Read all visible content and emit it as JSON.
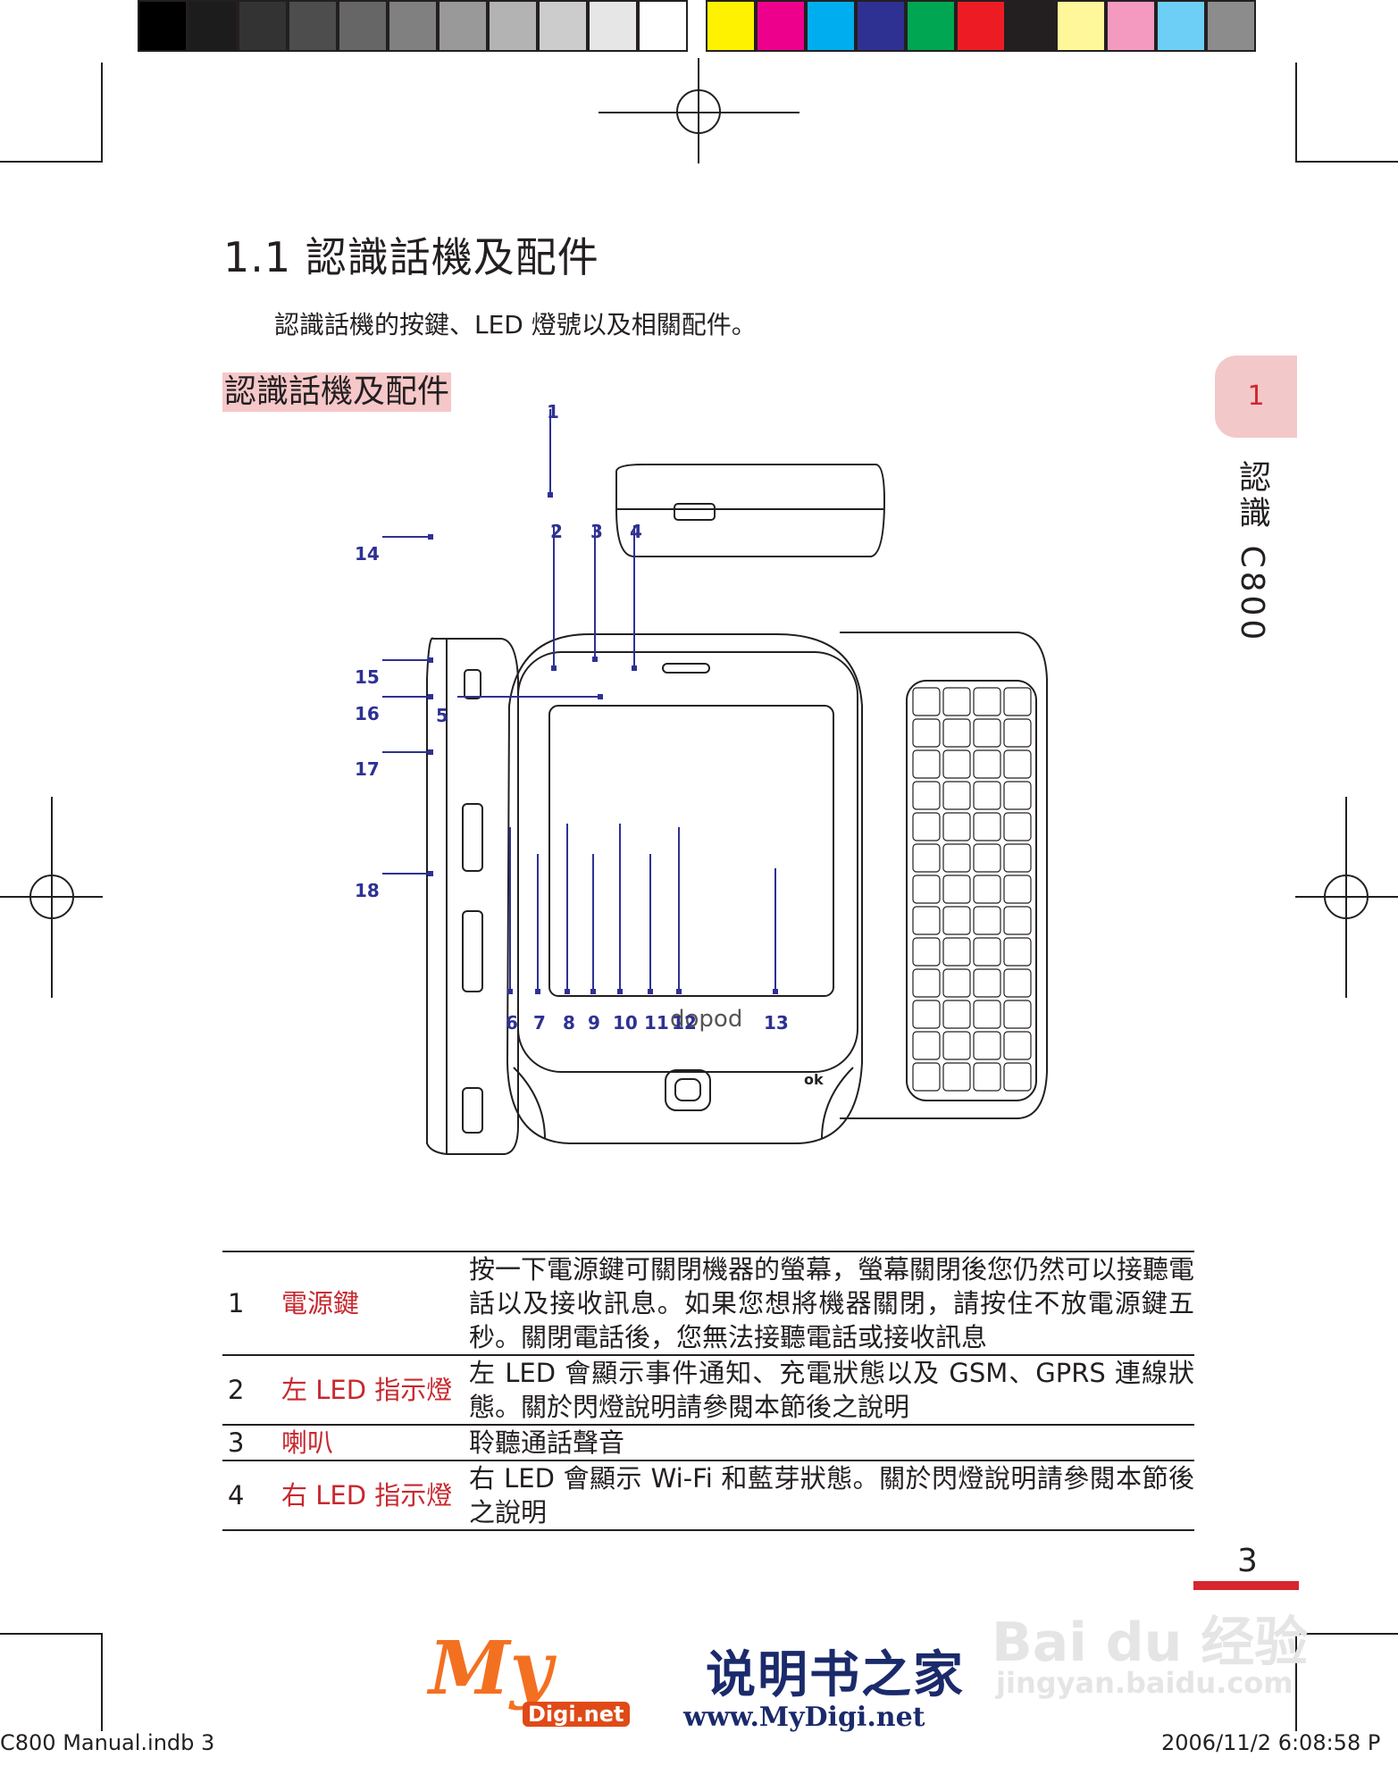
{
  "heading": "1.1 認識話機及配件",
  "intro": "認識話機的按鍵、LED 燈號以及相關配件。",
  "subheading": "認識話機及配件",
  "chapter_tab": {
    "number": "1",
    "vertical_label": "認識 C800"
  },
  "color_bar": {
    "grays": [
      "#000000",
      "#1c1c1c",
      "#333333",
      "#4d4d4d",
      "#666666",
      "#808080",
      "#999999",
      "#b3b3b3",
      "#cccccc",
      "#e6e6e6",
      "#ffffff"
    ],
    "colors": [
      "#fff200",
      "#ec008c",
      "#00aeef",
      "#2e3192",
      "#00a651",
      "#ed1c24",
      "#231f20",
      "#fff799",
      "#f49ac1",
      "#6dcff6",
      "#8c8c8c"
    ]
  },
  "diagram": {
    "callouts": [
      "1",
      "2",
      "3",
      "4",
      "5",
      "6",
      "7",
      "8",
      "9",
      "10",
      "11",
      "12",
      "13",
      "14",
      "15",
      "16",
      "17",
      "18"
    ],
    "brand": "dopod",
    "ok_key": "ok"
  },
  "table": [
    {
      "num": "1",
      "name": "電源鍵",
      "desc": "按一下電源鍵可關閉機器的螢幕，螢幕關閉後您仍然可以接聽電話以及接收訊息。如果您想將機器關閉，請按住不放電源鍵五秒。關閉電話後，您無法接聽電話或接收訊息"
    },
    {
      "num": "2",
      "name": "左 LED 指示燈",
      "desc": "左 LED 會顯示事件通知、充電狀態以及 GSM、GPRS 連線狀態。關於閃燈說明請參閱本節後之說明"
    },
    {
      "num": "3",
      "name": "喇叭",
      "desc": "聆聽通話聲音"
    },
    {
      "num": "4",
      "name": "右 LED 指示燈",
      "desc": "右 LED 會顯示 Wi-Fi 和藍芽狀態。關於閃燈說明請參閱本節後之說明"
    }
  ],
  "page_number": "3",
  "footer": {
    "left": "C800 Manual.indb   3",
    "right": "2006/11/2   6:08:58 P"
  },
  "watermarks": {
    "my_logo": "My",
    "digi": "Digi.net",
    "site_cn": "说明书之家",
    "site_url": "www.MyDigi.net",
    "baidu": "Bai du 经验",
    "baidu_url": "jingyan.baidu.com"
  }
}
